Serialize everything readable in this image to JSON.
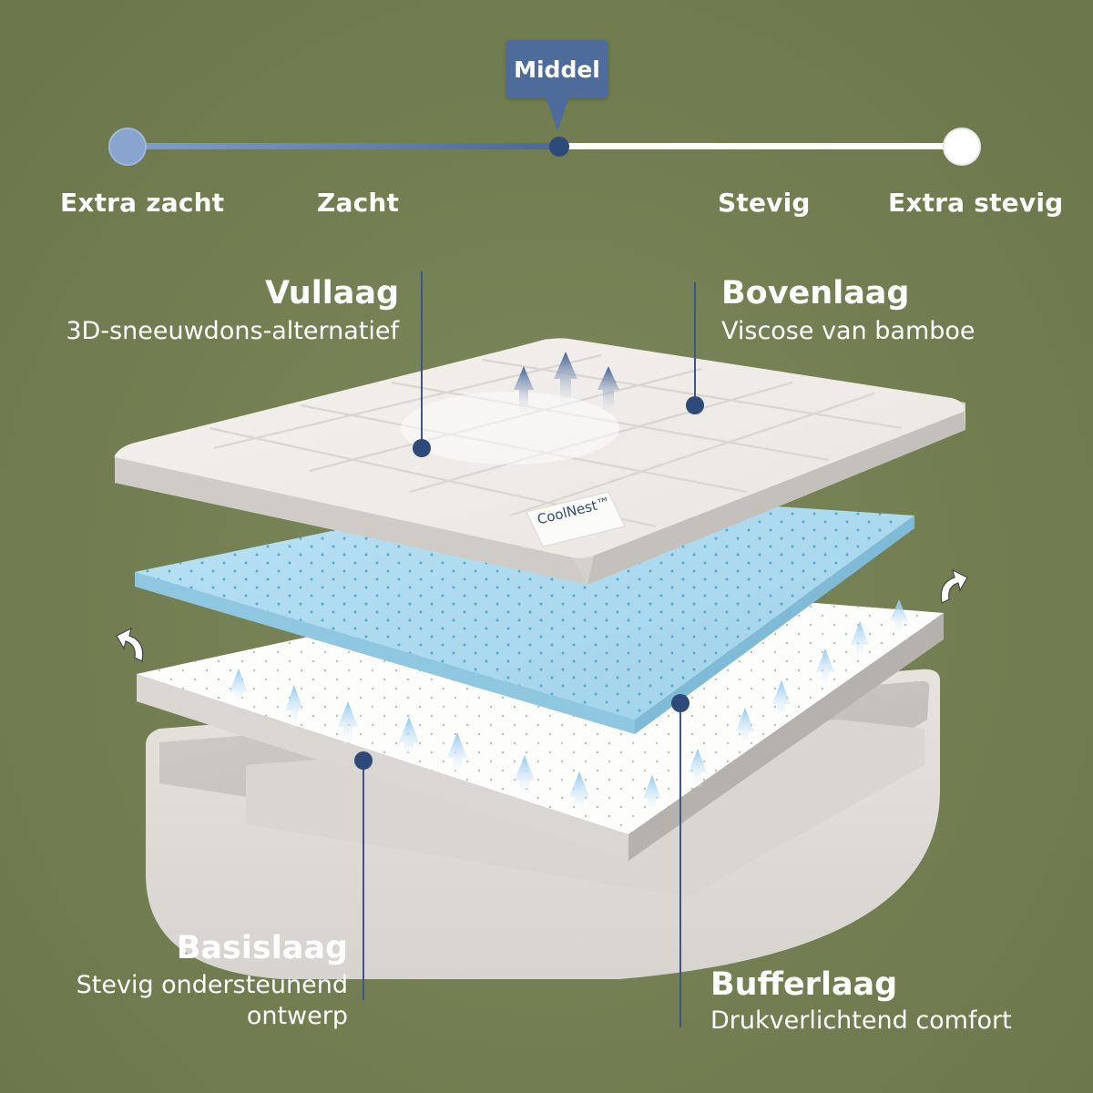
{
  "firmness": {
    "selected": "Middel",
    "labels": [
      "Extra zacht",
      "Zacht",
      "Stevig",
      "Extra stevig"
    ],
    "level_percent": 50
  },
  "layers": {
    "vullaag": {
      "title": "Vullaag",
      "subtitle": "3D-sneeuwdons-alternatief"
    },
    "bovenlaag": {
      "title": "Bovenlaag",
      "subtitle": "Viscose van bamboe"
    },
    "basislaag": {
      "title": "Basislaag",
      "subtitle_line1": "Stevig ondersteunend",
      "subtitle_line2": "ontwerp"
    },
    "bufferlaag": {
      "title": "Bufferlaag",
      "subtitle": "Drukverlichtend comfort"
    }
  },
  "brand": "CoolNest™",
  "colors": {
    "background": "#737f53",
    "accent_blue": "#4d6c9c",
    "marker_blue": "#2e4a7a",
    "gel_blue": "#a9d8ee",
    "text": "#ffffff"
  },
  "icons": [
    "airflow-arrow-icon",
    "rotate-arrow-icon",
    "marker-dot-icon"
  ]
}
